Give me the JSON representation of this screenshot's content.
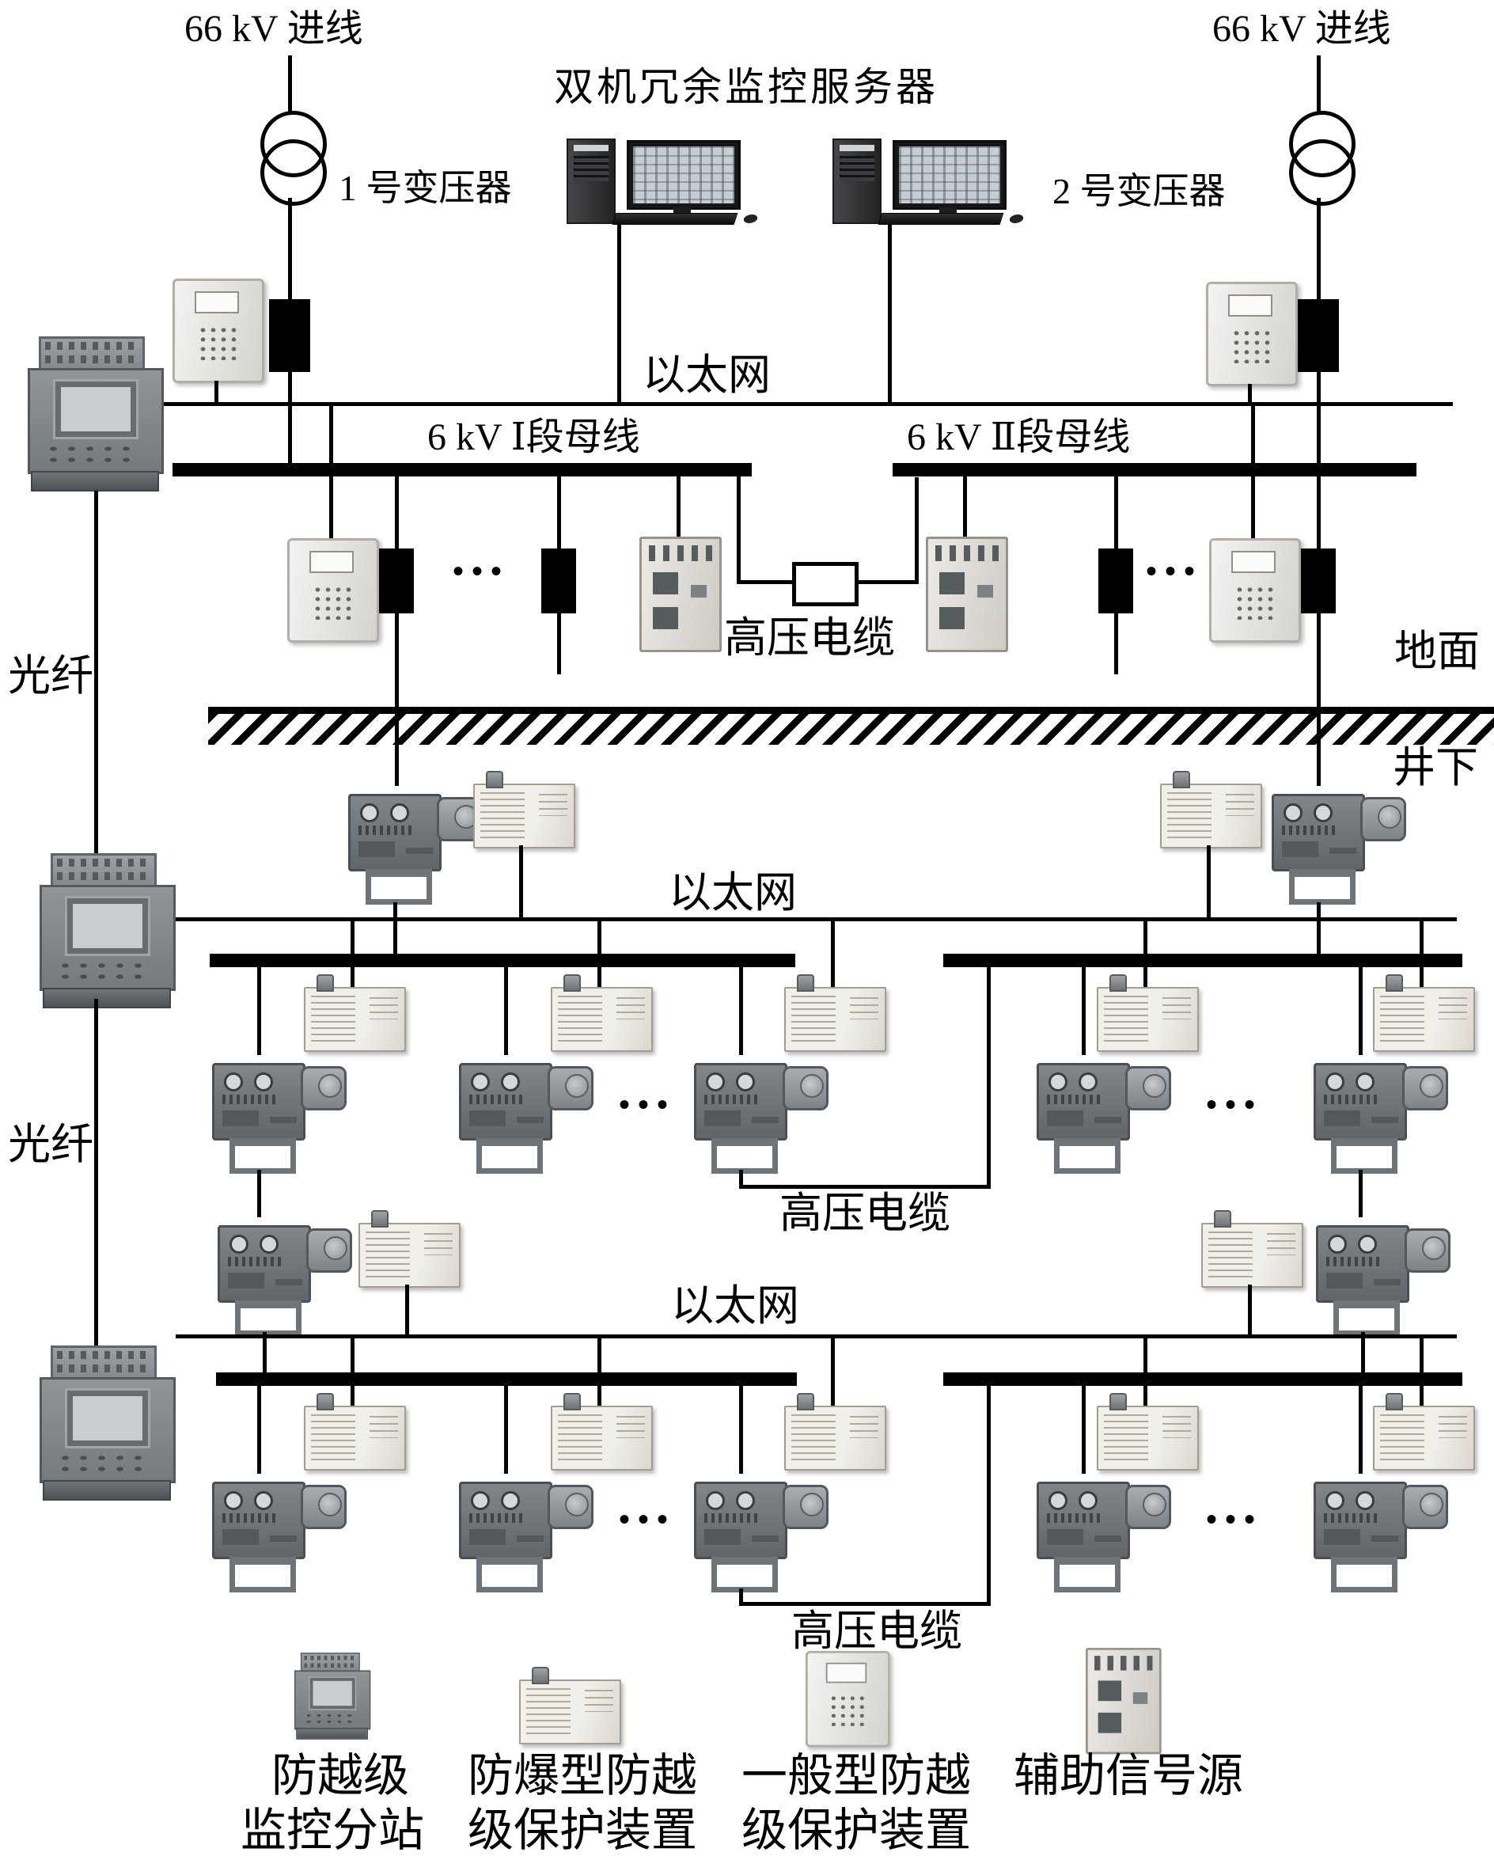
{
  "surface": {
    "incoming_left": "66 kV 进线",
    "incoming_right": "66 kV 进线",
    "server_title": "双机冗余监控服务器",
    "transformer_1": "1 号变压器",
    "transformer_2": "2 号变压器",
    "ethernet": "以太网",
    "bus_section_1": "6 kV Ⅰ段母线",
    "bus_section_2": "6 kV Ⅱ段母线",
    "hv_cable": "高压电缆",
    "ground_label": "地面",
    "underground_label": "井下",
    "ellipsis": "•••"
  },
  "level2": {
    "fiber": "光纤",
    "ethernet": "以太网",
    "hv_cable": "高压电缆",
    "ellipsis": "•••"
  },
  "level3": {
    "fiber": "光纤",
    "ethernet": "以太网",
    "hv_cable": "高压电缆",
    "ellipsis": "•••"
  },
  "legend": {
    "items": [
      {
        "icon": "monitoring-substation-icon",
        "line1": "防越级",
        "line2": "监控分站"
      },
      {
        "icon": "explosionproof-protection-device-icon",
        "line1": "防爆型防越",
        "line2": "级保护装置"
      },
      {
        "icon": "general-protection-device-icon",
        "line1": "一般型防越",
        "line2": "级保护装置"
      },
      {
        "icon": "auxiliary-signal-source-icon",
        "line1": "辅助信号源",
        "line2": ""
      }
    ]
  },
  "icons": {
    "monitoring-substation-icon": "css-gray-cabinet-shape",
    "explosionproof-protection-device-icon": "css-beige-box-antenna-shape",
    "general-protection-device-icon": "css-white-relay-panel-shape",
    "auxiliary-signal-source-icon": "css-tall-light-cabinet-shape",
    "server-pc-icon": "css-tower-and-monitor-shape",
    "transformer-symbol": "two-overlapping-circles",
    "circuit-breaker": "solid-black-rectangle",
    "bus-tie-box": "open-white-rectangle"
  },
  "colors": {
    "line": "#000000",
    "background": "#ffffff",
    "device_gray": "#80868a",
    "panel_light": "#f1efea",
    "relay_light": "#e9e8e4"
  }
}
